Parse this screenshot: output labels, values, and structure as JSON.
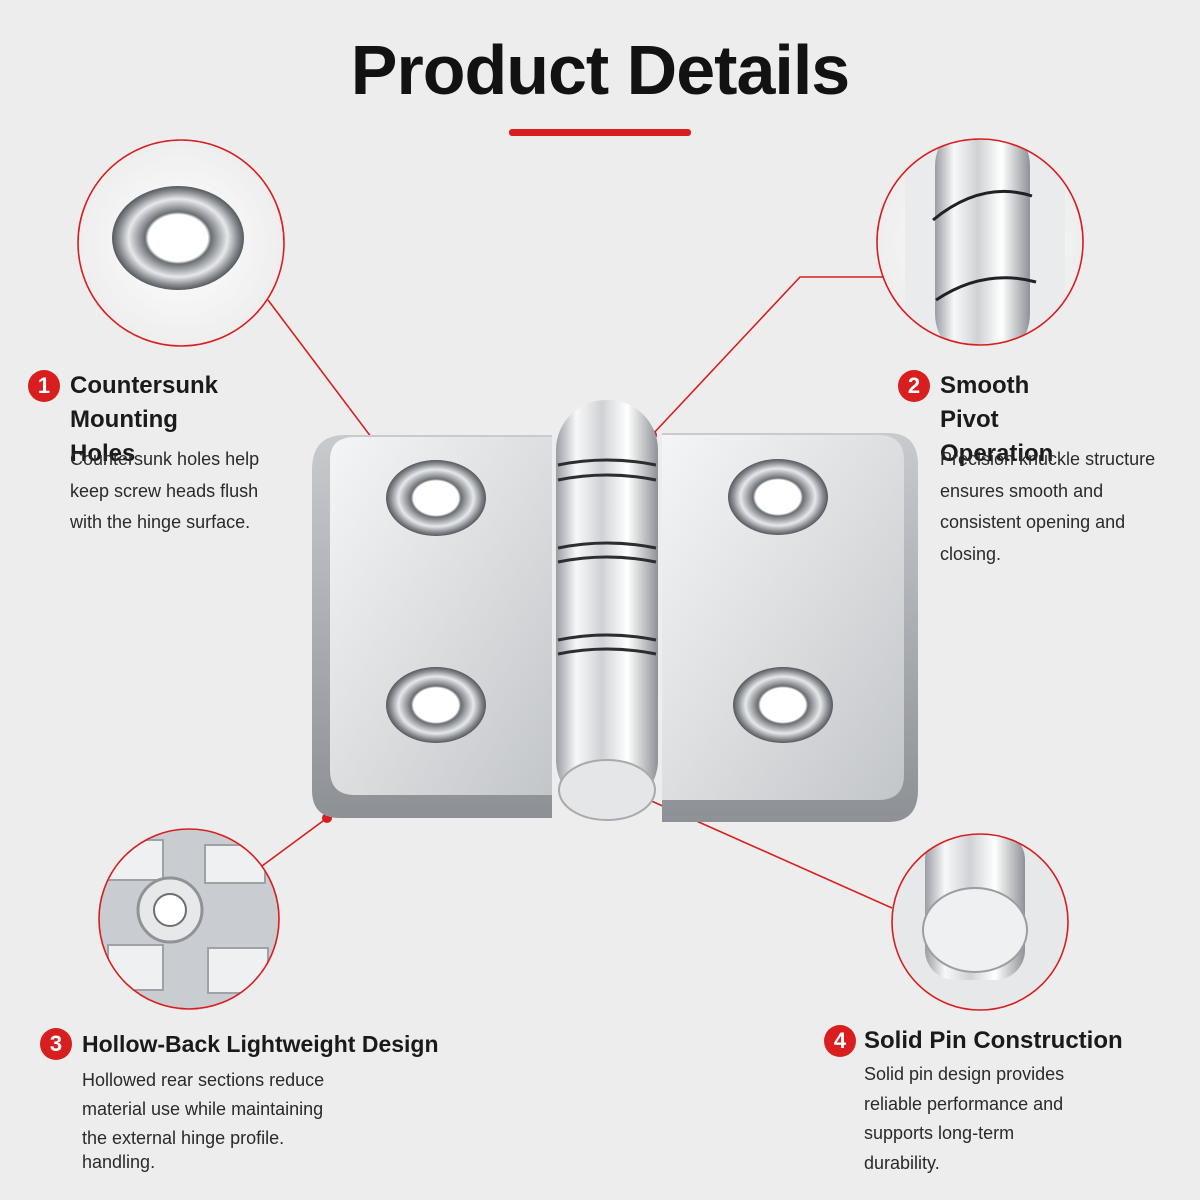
{
  "header": {
    "title": "Product Details"
  },
  "colors": {
    "accent": "#d81e1e",
    "text": "#1a1a1a",
    "background": "#ededed",
    "metal": "#d7d9db"
  },
  "features": [
    {
      "number": "1",
      "title_lines": [
        "Countersunk",
        "Mounting Holes"
      ],
      "desc_lines": [
        "Countersunk holes help",
        "keep screw heads flush",
        "with the hinge surface."
      ]
    },
    {
      "number": "2",
      "title_lines": [
        "Smooth Pivot",
        "Operation"
      ],
      "desc_lines": [
        "Precision knuckle structure",
        "ensures smooth and",
        "consistent opening and",
        "closing."
      ]
    },
    {
      "number": "3",
      "title_lines": [
        "Hollow-Back Lightweight Design"
      ],
      "desc_lines": [
        "Hollowed rear sections reduce",
        "material use while maintaining",
        "the external hinge profile.",
        "handling."
      ]
    },
    {
      "number": "4",
      "title_lines": [
        "Solid Pin Construction"
      ],
      "desc_lines": [
        "Solid pin design provides",
        "reliable performance and",
        "supports long-term",
        "durability."
      ]
    }
  ]
}
